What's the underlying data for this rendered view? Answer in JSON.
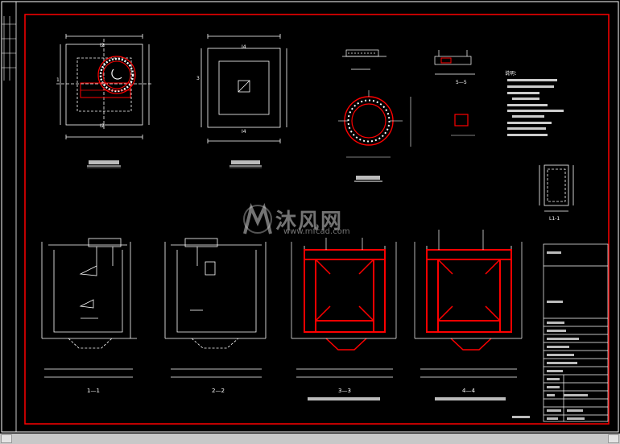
{
  "drawing": {
    "frame_color": "#ff0000",
    "line_color": "#ffffff",
    "accent_color": "#ff0000",
    "background": "#000000"
  },
  "section_labels": {
    "s1": "1—1",
    "s2": "2—2",
    "s3": "3—3",
    "s4": "4—4",
    "s5": "5—5",
    "l1": "L1-1"
  },
  "plan_markers": {
    "p1_top": "I2",
    "p1_bottom": "I2",
    "p1_left": "1",
    "p2_top": "I4",
    "p2_bottom": "I4",
    "p2_left": "3"
  },
  "notes": {
    "heading": "说明："
  },
  "watermark": {
    "brand": "沐风网",
    "url": "www.mfcad.com",
    "logo": "mfcad-logo-icon"
  }
}
